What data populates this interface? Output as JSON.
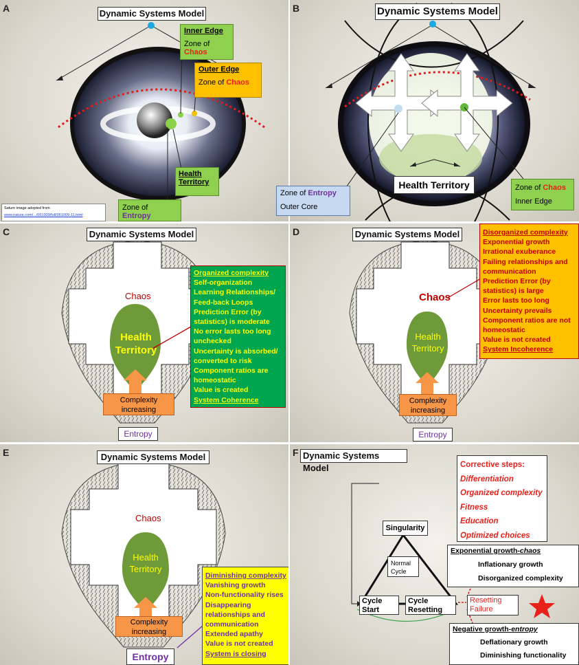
{
  "panels": {
    "A": {
      "label": "A",
      "title": "Dynamic Systems Model",
      "inner_edge": {
        "head": "Inner Edge",
        "line": "Zone of ",
        "chaos": "Chaos"
      },
      "outer_edge": {
        "head": "Outer Edge",
        "line": "Zone of ",
        "chaos": "Chaos"
      },
      "health": {
        "line1": "Health",
        "line2": "Territory"
      },
      "entropy": {
        "line": "Zone of ",
        "word": "Entropy"
      },
      "credit": {
        "line1": "Saturn image adopted from",
        "link": "www.nature.com/.../061009/full/061009-11.html"
      }
    },
    "B": {
      "label": "B",
      "title": "Dynamic Systems Model",
      "entropy_box": {
        "line": "Zone of ",
        "word": "Entropy",
        "line2": "Outer Core"
      },
      "health": "Health Territory",
      "chaos_box": {
        "line": "Zone of ",
        "word": "Chaos",
        "line2": "Inner Edge"
      }
    },
    "C": {
      "label": "C",
      "title": "Dynamic Systems Model",
      "chaos": "Chaos",
      "health1": "Health",
      "health2": "Territory",
      "arrow1": "Complexity",
      "arrow2": "increasing",
      "entropy": "Entropy",
      "list": [
        "Organized complexity",
        "Self-organization",
        "Learning Relationships/",
        "Feed-back Loops",
        "Prediction Error (by",
        "statistics) is moderate",
        "No error lasts too long",
        "unchecked",
        "Uncertainty  is absorbed/",
        "converted to risk",
        "Component ratios are",
        "homeostatic",
        "Value is created",
        "System Coherence"
      ]
    },
    "D": {
      "label": "D",
      "title": "Dynamic Systems Model",
      "chaos": "Chaos",
      "health1": "Health",
      "health2": "Territory",
      "arrow1": "Complexity",
      "arrow2": "increasing",
      "entropy": "Entropy",
      "list": [
        "Disorganized complexity",
        "Exponential growth",
        "Irrational exuberance",
        "Failing relationships and",
        "communication",
        "Prediction Error (by",
        "statistics) is large",
        "Error lasts too long",
        "Uncertainty  prevails",
        "Component ratios are  not",
        "homeostatic",
        "Value is not created",
        "System Incoherence"
      ]
    },
    "E": {
      "label": "E",
      "title": "Dynamic Systems Model",
      "chaos": "Chaos",
      "health1": "Health",
      "health2": "Territory",
      "arrow1": "Complexity",
      "arrow2": "increasing",
      "entropy": "Entropy",
      "list": [
        "Diminishing complexity",
        "Vanishing growth",
        "Non-functionality rises",
        "Disappearing",
        "relationships and",
        "communication",
        "Extended apathy",
        "Value is not created",
        "System is closing"
      ]
    },
    "F": {
      "label": "F",
      "title": "Dynamic Systems Model",
      "corrective": [
        "Corrective steps:",
        "Differentiation",
        "Organized complexity",
        "Fitness",
        "Education",
        "Optimized choices"
      ],
      "singularity": "Singularity",
      "normal1": "Normal",
      "normal2": "Cycle",
      "start1": "Cycle",
      "start2": "Start",
      "reset1": "Cycle",
      "reset2": "Resetting",
      "fail1": "Resetting",
      "fail2": "Failure",
      "exp": [
        "Exponential growth-",
        "chaos",
        "Inflationary growth",
        "Disorganized complexity"
      ],
      "neg": [
        "Negative growth-",
        "entropy",
        "Deflationary growth",
        "Diminishing functionality"
      ]
    }
  },
  "colors": {
    "chaos_red": "#e8211b",
    "entropy_purple": "#7030a0",
    "health_green": "#6e9a3a",
    "box_green": "#8fd14f",
    "list_green": "#00a550",
    "list_orange": "#ffc000",
    "list_yellow": "#ffff00",
    "arrow_orange": "#f79646",
    "entropy_box_blue": "#c6d9f1"
  }
}
